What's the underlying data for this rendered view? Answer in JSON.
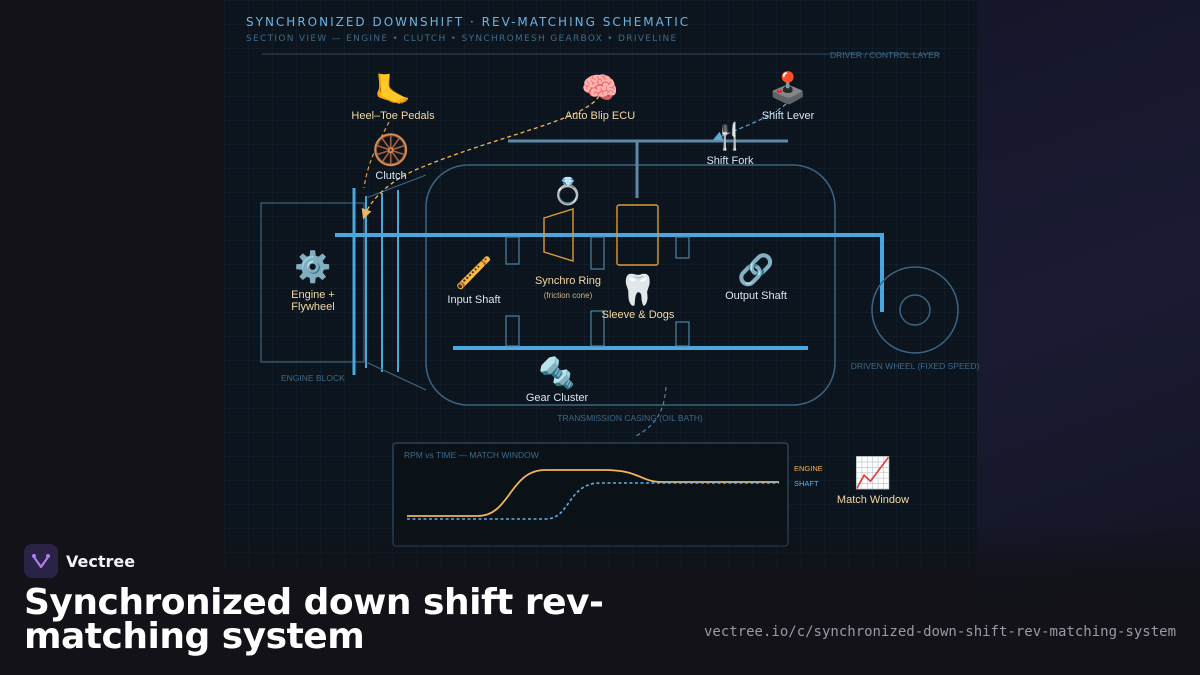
{
  "schematic": {
    "title": "SYNCHRONIZED DOWNSHIFT · REV-MATCHING SCHEMATIC",
    "subtitle": "SECTION VIEW — ENGINE • CLUTCH • SYNCHROMESH GEARBOX • DRIVELINE"
  },
  "zones": {
    "control_layer": "DRIVER / CONTROL LAYER",
    "engine_block": "ENGINE BLOCK",
    "transmission": "TRANSMISSION CASING (OIL BATH)",
    "driven_wheel": "DRIVEN WHEEL (FIXED SPEED)"
  },
  "nodes": {
    "pedals": {
      "label": "Heel–Toe Pedals",
      "icon": "foot-icon",
      "glyph": "🦶"
    },
    "ecu": {
      "label": "Auto Blip ECU",
      "icon": "brain-icon",
      "glyph": "🧠"
    },
    "lever": {
      "label": "Shift Lever",
      "icon": "joystick-icon",
      "glyph": "🕹️"
    },
    "fork": {
      "label": "Shift Fork",
      "icon": "fork-knife-icon",
      "glyph": "🍴"
    },
    "clutch": {
      "label": "Clutch",
      "icon": "tire-icon",
      "glyph": "🛞"
    },
    "engine": {
      "label_line1": "Engine +",
      "label_line2": "Flywheel",
      "icon": "gear-icon",
      "glyph": "⚙️"
    },
    "input_shaft": {
      "label": "Input Shaft",
      "icon": "flute-icon",
      "glyph": "🪈"
    },
    "synchro": {
      "label": "Synchro Ring",
      "note": "(friction cone)",
      "icon": "ring-icon",
      "glyph": "💍"
    },
    "sleeve": {
      "label": "Sleeve & Dogs",
      "icon": "tooth-icon",
      "glyph": "🦷"
    },
    "output_shaft": {
      "label": "Output Shaft",
      "icon": "link-icon",
      "glyph": "🔗"
    },
    "gear_cluster": {
      "label": "Gear Cluster",
      "icon": "nut-bolt-icon",
      "glyph": "🔩"
    },
    "match_window": {
      "label": "Match Window",
      "icon": "chart-increasing-icon",
      "glyph": "📈"
    }
  },
  "rpm_chart": {
    "title": "RPM vs TIME — MATCH WINDOW",
    "legend_engine": "ENGINE",
    "legend_shaft": "SHAFT"
  },
  "colors": {
    "accent_blue": "#4aa8df",
    "engine_curve": "#f2b45c",
    "shaft_curve": "#5fb0e8",
    "label_warm": "#f3d9a4",
    "label_cool": "#d7e6f2"
  },
  "footer": {
    "brand": "Vectree",
    "headline": "Synchronized down shift rev-matching system",
    "url": "vectree.io/c/synchronized-down-shift-rev-matching-system"
  }
}
